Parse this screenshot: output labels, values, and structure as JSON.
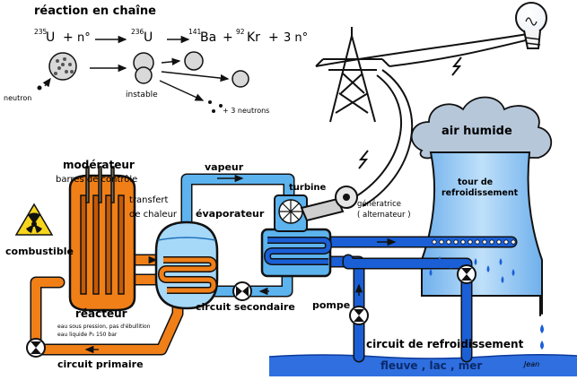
{
  "chain_reaction": {
    "title": "réaction en chaîne",
    "eq": {
      "m1": "235",
      "u1": "U",
      "plus1": "+",
      "n1": "n°",
      "m2": "236",
      "u2": "U",
      "m3": "141",
      "ba": "Ba",
      "plus2": "+",
      "m4": "92",
      "kr": "Kr",
      "plus3": "+",
      "n3": "3 n°"
    },
    "neutron_label": "neutron",
    "unstable_label": "instable",
    "three_neutrons_label": "+ 3 neutrons"
  },
  "reactor": {
    "moderator_label": "modérateur",
    "control_rods_label": "barres de contrôle",
    "fuel_label": "combustible",
    "reactor_label": "réacteur",
    "pressure_note_1": "eau sous pression, pas d'ébullition",
    "pressure_note_2": "eau liquide P₀ 150 bar",
    "primary_circuit_label": "circuit primaire"
  },
  "exchange": {
    "heat_transfer_1": "transfert",
    "heat_transfer_2": "de chaleur",
    "evaporator_label": "évaporateur",
    "secondary_circuit_label": "circuit secondaire",
    "steam_label": "vapeur"
  },
  "generation": {
    "turbine_label": "turbine",
    "generator_1": "génératrice",
    "generator_2": "( alternateur )"
  },
  "cooling": {
    "humid_air_label": "air humide",
    "tower_1": "tour de",
    "tower_2": "refroidissement",
    "pump_label": "pompe",
    "cooling_circuit_label": "circuit de refroidissement",
    "river_label": "fleuve , lac , mer",
    "signature": "Jean"
  },
  "colors": {
    "primary": "#f07f18",
    "primary_dark": "#c45a05",
    "secondary": "#5cb3ee",
    "secondary_light": "#a6d8f8",
    "cooling": "#1a5fd6",
    "cooling_water": "#2f6fe0",
    "fuel_rod": "#7a6a55",
    "cloud": "#b7c7da",
    "tower": "#9dc8f0"
  }
}
